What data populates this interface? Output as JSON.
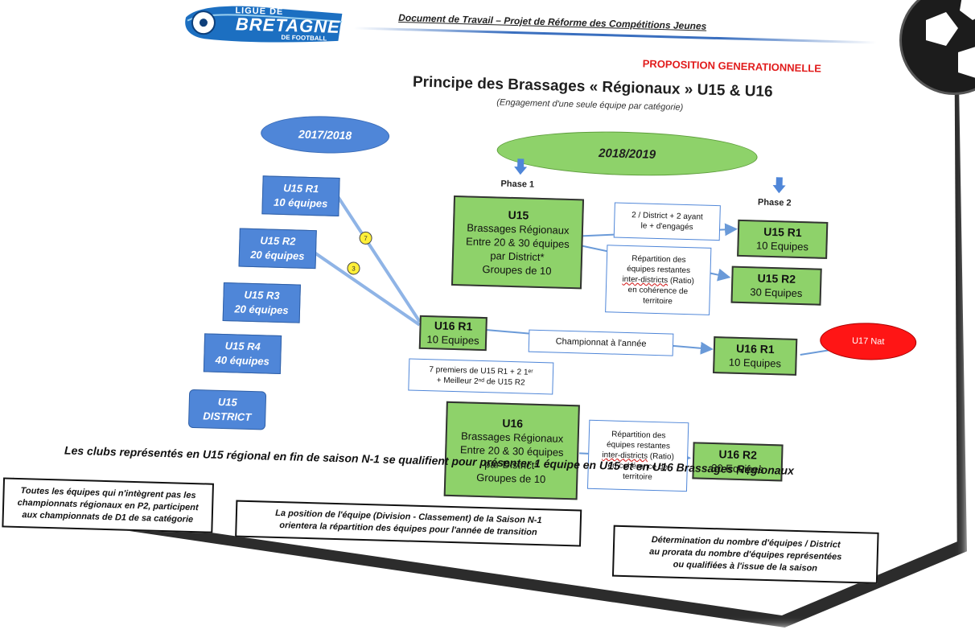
{
  "header": {
    "doc_title": "Document de Travail – Projet de Réforme des Compétitions Jeunes",
    "proposal": "PROPOSITION GENERATIONNELLE",
    "logo_line1": "LIGUE DE",
    "logo_line2": "BRETAGNE",
    "logo_line3": "DE FOOTBALL"
  },
  "title": "Principe des Brassages « Régionaux » U15 & U16",
  "subtitle": "(Engagement d'une seule équipe par catégorie)",
  "season_left": "2017/2018",
  "season_right": "2018/2019",
  "phase1": "Phase 1",
  "phase2": "Phase 2",
  "left_boxes": [
    {
      "line1": "U15 R1",
      "line2": "10 équipes"
    },
    {
      "line1": "U15 R2",
      "line2": "20 équipes"
    },
    {
      "line1": "U15 R3",
      "line2": "20 équipes"
    },
    {
      "line1": "U15 R4",
      "line2": "40 équipes"
    },
    {
      "line1": "U15",
      "line2": "DISTRICT"
    }
  ],
  "badges": [
    "7",
    "3"
  ],
  "u15_brassage": {
    "title": "U15",
    "l1": "Brassages Régionaux",
    "l2": "Entre 20 & 30 équipes",
    "l3": "par District*",
    "l4": "Groupes de 10"
  },
  "u16_brassage": {
    "title": "U16",
    "l1": "Brassages Régionaux",
    "l2": "Entre 20 & 30 équipes",
    "l3": "par District*",
    "l4": "Groupes de 10"
  },
  "u16r1_center": {
    "line1": "U16 R1",
    "line2": "10 Equipes"
  },
  "note_district": {
    "line1": "2 / District + 2 ayant",
    "line2": "le + d'engagés"
  },
  "note_repartition": {
    "l1": "Répartition des",
    "l2": "équipes restantes",
    "l3": "inter-districts",
    "l3b": " (Ratio)",
    "l4": "en cohérence de",
    "l5": "territoire"
  },
  "note_repartition2": {
    "l1": "Répartition des",
    "l2": "équipes restantes",
    "l3": "inter-districts",
    "l3b": " (Ratio)",
    "l4": "en cohérence de",
    "l5": "territoire"
  },
  "note_qualif": {
    "line1": "7 premiers de U15 R1 + 2 1ᵉʳ",
    "line2": "+ Meilleur 2ⁿᵈ de U15 R2"
  },
  "championnat": "Championnat à l'année",
  "right_boxes": {
    "u15r1": {
      "line1": "U15 R1",
      "line2": "10 Equipes"
    },
    "u15r2": {
      "line1": "U15 R2",
      "line2": "30 Equipes"
    },
    "u16r1": {
      "line1": "U16 R1",
      "line2": "10 Equipes"
    },
    "u16r2": {
      "line1": "U16 R2",
      "line2": "30 Equipes"
    }
  },
  "nat": "U17 Nat",
  "bottom_statement": "Les clubs représentés en U15 régional en fin de saison N-1 se qualifient pour présenter 1 équipe en U15 et en U16 Brassages Régionaux",
  "footnotes": {
    "left": {
      "l1": "Toutes les équipes qui n'intègrent pas les",
      "l2": "championnats régionaux en P2, participent",
      "l3": "aux championnats de D1 de sa catégorie"
    },
    "middle": {
      "l1": "La position de l'équipe (Division - Classement) de la Saison N-1",
      "l2": "orientera la répartition des équipes pour l'année de transition"
    },
    "right": {
      "l1": "Détermination du nombre d'équipes / District",
      "l2": "au prorata du nombre d'équipes représentées",
      "l3": "ou qualifiées à l'issue de la saison"
    }
  },
  "colors": {
    "blue": "#4f86d8",
    "green": "#8ed26a",
    "red": "#ff1515",
    "header_red": "#e11b1b"
  }
}
